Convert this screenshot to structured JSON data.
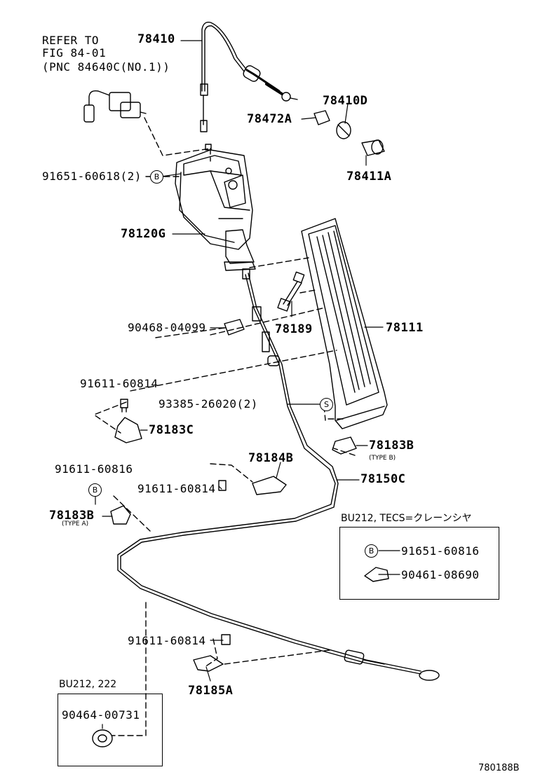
{
  "refer_note": {
    "line1": "REFER TO",
    "line2": "FIG 84-01",
    "line3": "(PNC 84640C(NO.1))"
  },
  "parts": {
    "p78410": "78410",
    "p78410D": "78410D",
    "p78472A": "78472A",
    "p78411A": "78411A",
    "p91651_60618": "91651-60618(2)",
    "p78120G": "78120G",
    "p90468_04099": "90468-04099",
    "p78189": "78189",
    "p78111": "78111",
    "p91611_60814_a": "91611-60814",
    "p93385_26020": "93385-26020(2)",
    "p78183C": "78183C",
    "p78183B_right": "78183B",
    "type_b": "(TYPE B)",
    "p78184B": "78184B",
    "p91611_60816": "91611-60816",
    "p91611_60814_b": "91611-60814",
    "p78150C": "78150C",
    "p78183B_left": "78183B",
    "type_a": "(TYPE A)",
    "p91611_60814_c": "91611-60814",
    "p78185A": "78185A",
    "p91651_60816": "91651-60816",
    "p90461_08690": "90461-08690",
    "p90464_00731": "90464-00731"
  },
  "boxes": {
    "tecs_header": "BU212, TECS=クレーンシヤ",
    "bu_header": "BU212, 222"
  },
  "marks": {
    "b": "B",
    "s": "S"
  },
  "figure_number": "780188B"
}
